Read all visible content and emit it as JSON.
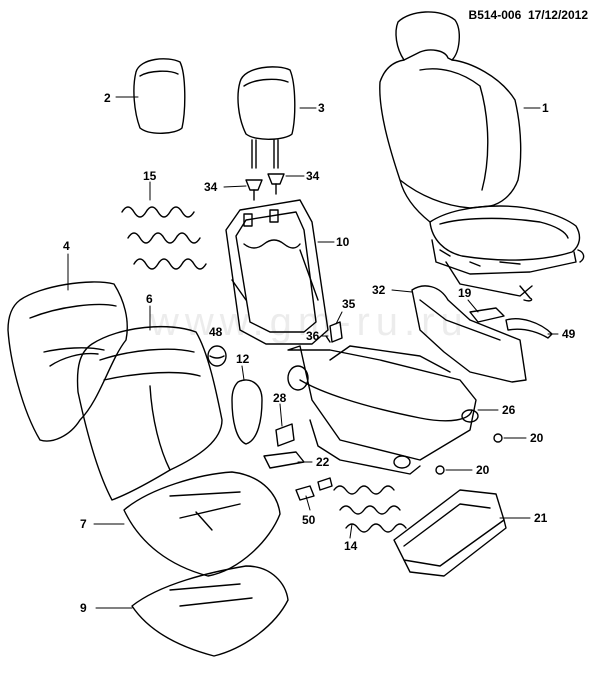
{
  "header": {
    "code": "B514-006",
    "date": "17/12/2012"
  },
  "watermark": "www.gm-ru.ru",
  "callouts": [
    {
      "id": "c1",
      "label": "1"
    },
    {
      "id": "c2",
      "label": "2"
    },
    {
      "id": "c3",
      "label": "3"
    },
    {
      "id": "c4",
      "label": "4"
    },
    {
      "id": "c6",
      "label": "6"
    },
    {
      "id": "c7",
      "label": "7"
    },
    {
      "id": "c9",
      "label": "9"
    },
    {
      "id": "c10",
      "label": "10"
    },
    {
      "id": "c12",
      "label": "12"
    },
    {
      "id": "c14",
      "label": "14"
    },
    {
      "id": "c15",
      "label": "15"
    },
    {
      "id": "c19",
      "label": "19"
    },
    {
      "id": "c20a",
      "label": "20"
    },
    {
      "id": "c20b",
      "label": "20"
    },
    {
      "id": "c21",
      "label": "21"
    },
    {
      "id": "c22",
      "label": "22"
    },
    {
      "id": "c26",
      "label": "26"
    },
    {
      "id": "c28",
      "label": "28"
    },
    {
      "id": "c32",
      "label": "32"
    },
    {
      "id": "c34a",
      "label": "34"
    },
    {
      "id": "c34b",
      "label": "34"
    },
    {
      "id": "c35",
      "label": "35"
    },
    {
      "id": "c36",
      "label": "36"
    },
    {
      "id": "c48",
      "label": "48"
    },
    {
      "id": "c49",
      "label": "49"
    },
    {
      "id": "c50",
      "label": "50"
    }
  ]
}
